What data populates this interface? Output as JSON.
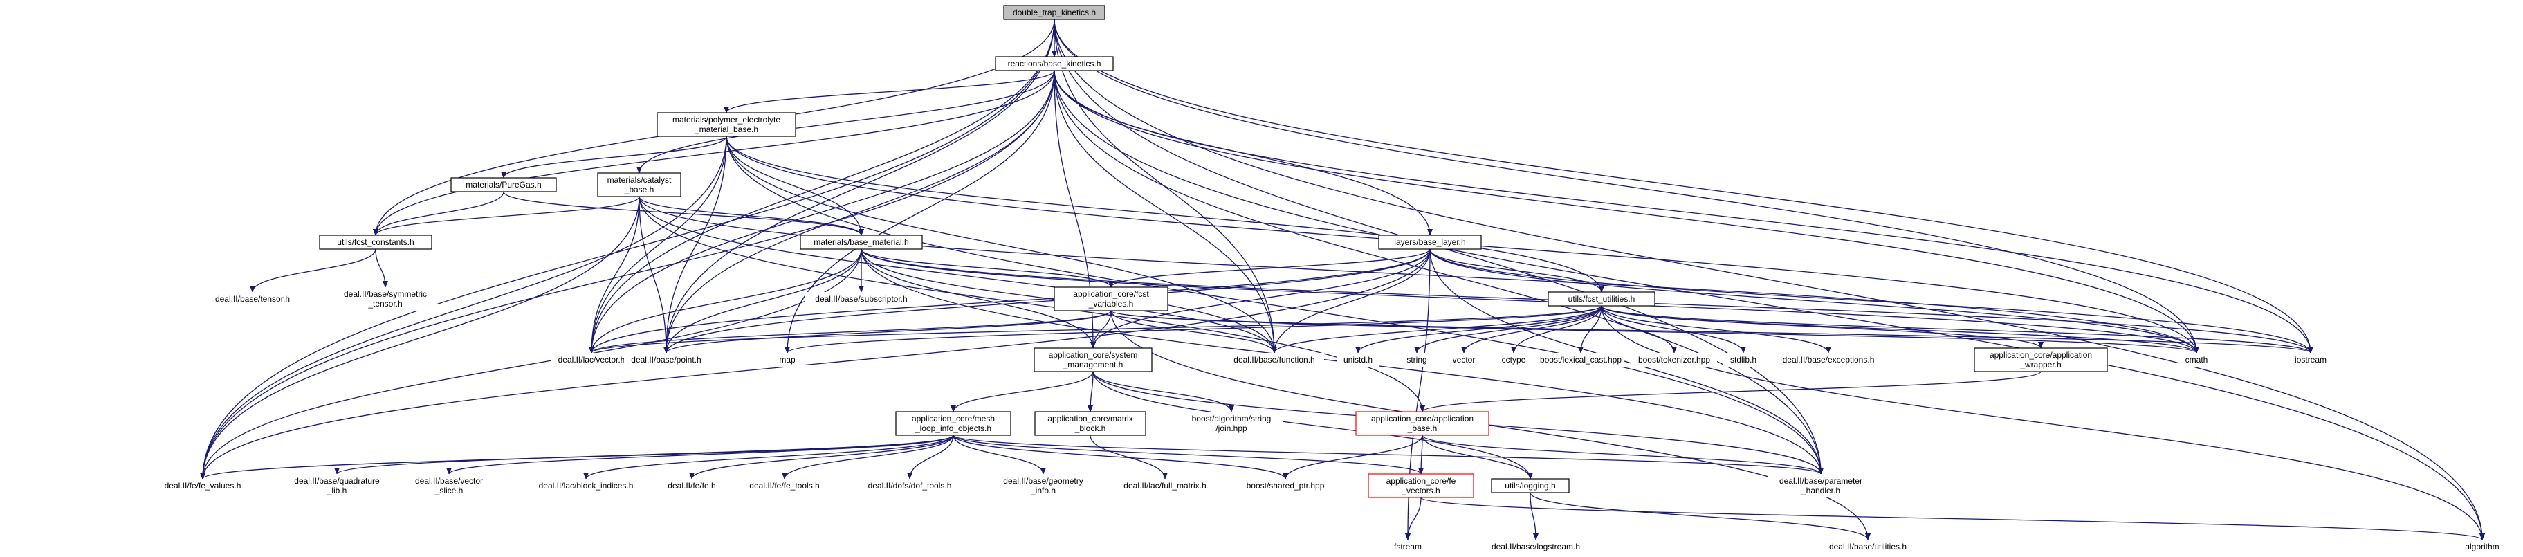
{
  "colors": {
    "edge": "#191970",
    "root_fill": "#bfbfbf",
    "box_border": "#000000",
    "red_border": "#ff0000",
    "red_text": "#ff0000",
    "text": "#000000"
  },
  "nodes": {
    "double_trap_kinetics": {
      "lines": [
        "double_trap_kinetics.h"
      ],
      "style": "root"
    },
    "base_kinetics": {
      "lines": [
        "reactions/base_kinetics.h"
      ],
      "style": "box"
    },
    "polymer_electrolyte": {
      "lines": [
        "materials/polymer_electrolyte",
        "_material_base.h"
      ],
      "style": "box"
    },
    "pure_gas": {
      "lines": [
        "materials/PureGas.h"
      ],
      "style": "box"
    },
    "catalyst_base": {
      "lines": [
        "materials/catalyst",
        "_base.h"
      ],
      "style": "box"
    },
    "fcst_constants": {
      "lines": [
        "utils/fcst_constants.h"
      ],
      "style": "box"
    },
    "base_material": {
      "lines": [
        "materials/base_material.h"
      ],
      "style": "box"
    },
    "base_layer": {
      "lines": [
        "layers/base_layer.h"
      ],
      "style": "box"
    },
    "fcst_variables": {
      "lines": [
        "application_core/fcst",
        "_variables.h"
      ],
      "style": "box"
    },
    "fcst_utilities": {
      "lines": [
        "utils/fcst_utilities.h"
      ],
      "style": "box"
    },
    "system_management": {
      "lines": [
        "application_core/system",
        "_management.h"
      ],
      "style": "box"
    },
    "application_wrapper": {
      "lines": [
        "application_core/application",
        "_wrapper.h"
      ],
      "style": "box"
    },
    "mesh_loop_info": {
      "lines": [
        "application_core/mesh",
        "_loop_info_objects.h"
      ],
      "style": "box"
    },
    "matrix_block": {
      "lines": [
        "application_core/matrix",
        "_block.h"
      ],
      "style": "box"
    },
    "application_base": {
      "lines": [
        "application_core/application",
        "_base.h"
      ],
      "style": "red"
    },
    "fe_vectors": {
      "lines": [
        "application_core/fe",
        "_vectors.h"
      ],
      "style": "red"
    },
    "logging": {
      "lines": [
        "utils/logging.h"
      ],
      "style": "box"
    },
    "tensor": {
      "lines": [
        "deal.II/base/tensor.h"
      ],
      "style": "leaf"
    },
    "symmetric_tensor": {
      "lines": [
        "deal.II/base/symmetric",
        "_tensor.h"
      ],
      "style": "leaf"
    },
    "subscriptor": {
      "lines": [
        "deal.II/base/subscriptor.h"
      ],
      "style": "leaf"
    },
    "lac_vector": {
      "lines": [
        "deal.II/lac/vector.h"
      ],
      "style": "leaf"
    },
    "point": {
      "lines": [
        "deal.II/base/point.h"
      ],
      "style": "leaf"
    },
    "map": {
      "lines": [
        "map"
      ],
      "style": "leaf"
    },
    "function": {
      "lines": [
        "deal.II/base/function.h"
      ],
      "style": "leaf"
    },
    "unistd": {
      "lines": [
        "unistd.h"
      ],
      "style": "leaf"
    },
    "string": {
      "lines": [
        "string"
      ],
      "style": "leaf"
    },
    "vector": {
      "lines": [
        "vector"
      ],
      "style": "leaf"
    },
    "cctype": {
      "lines": [
        "cctype"
      ],
      "style": "leaf"
    },
    "lexical_cast": {
      "lines": [
        "boost/lexical_cast.hpp"
      ],
      "style": "leaf"
    },
    "tokenizer": {
      "lines": [
        "boost/tokenizer.hpp"
      ],
      "style": "leaf"
    },
    "stdlib": {
      "lines": [
        "stdlib.h"
      ],
      "style": "leaf"
    },
    "exceptions": {
      "lines": [
        "deal.II/base/exceptions.h"
      ],
      "style": "leaf"
    },
    "cmath": {
      "lines": [
        "cmath"
      ],
      "style": "leaf"
    },
    "iostream": {
      "lines": [
        "iostream"
      ],
      "style": "leaf"
    },
    "string_join": {
      "lines": [
        "boost/algorithm/string",
        "/join.hpp"
      ],
      "style": "leaf"
    },
    "fe_values": {
      "lines": [
        "deal.II/fe/fe_values.h"
      ],
      "style": "leaf"
    },
    "quadrature_lib": {
      "lines": [
        "deal.II/base/quadrature",
        "_lib.h"
      ],
      "style": "leaf"
    },
    "vector_slice": {
      "lines": [
        "deal.II/base/vector",
        "_slice.h"
      ],
      "style": "leaf"
    },
    "block_indices": {
      "lines": [
        "deal.II/lac/block_indices.h"
      ],
      "style": "leaf"
    },
    "fe": {
      "lines": [
        "deal.II/fe/fe.h"
      ],
      "style": "leaf"
    },
    "fe_tools": {
      "lines": [
        "deal.II/fe/fe_tools.h"
      ],
      "style": "leaf"
    },
    "dof_tools": {
      "lines": [
        "deal.II/dofs/dof_tools.h"
      ],
      "style": "leaf"
    },
    "geometry_info": {
      "lines": [
        "deal.II/base/geometry",
        "_info.h"
      ],
      "style": "leaf"
    },
    "full_matrix": {
      "lines": [
        "deal.II/lac/full_matrix.h"
      ],
      "style": "leaf"
    },
    "shared_ptr": {
      "lines": [
        "boost/shared_ptr.hpp"
      ],
      "style": "leaf"
    },
    "parameter_handler": {
      "lines": [
        "deal.II/base/parameter",
        "_handler.h"
      ],
      "style": "leaf"
    },
    "fstream": {
      "lines": [
        "fstream"
      ],
      "style": "leaf"
    },
    "logstream": {
      "lines": [
        "deal.II/base/logstream.h"
      ],
      "style": "leaf"
    },
    "utilities": {
      "lines": [
        "deal.II/base/utilities.h"
      ],
      "style": "leaf"
    },
    "algorithm": {
      "lines": [
        "algorithm"
      ],
      "style": "leaf"
    }
  },
  "edges": [
    [
      "double_trap_kinetics",
      "base_kinetics"
    ],
    [
      "double_trap_kinetics",
      "fcst_constants"
    ],
    [
      "double_trap_kinetics",
      "lac_vector"
    ],
    [
      "double_trap_kinetics",
      "point"
    ],
    [
      "double_trap_kinetics",
      "fe_values"
    ],
    [
      "double_trap_kinetics",
      "function"
    ],
    [
      "double_trap_kinetics",
      "cmath"
    ],
    [
      "double_trap_kinetics",
      "iostream"
    ],
    [
      "double_trap_kinetics",
      "parameter_handler"
    ],
    [
      "double_trap_kinetics",
      "algorithm"
    ],
    [
      "base_kinetics",
      "polymer_electrolyte"
    ],
    [
      "base_kinetics",
      "catalyst_base"
    ],
    [
      "base_kinetics",
      "base_layer"
    ],
    [
      "base_kinetics",
      "fcst_constants"
    ],
    [
      "base_kinetics",
      "lac_vector"
    ],
    [
      "base_kinetics",
      "point"
    ],
    [
      "base_kinetics",
      "map"
    ],
    [
      "base_kinetics",
      "fe_values"
    ],
    [
      "base_kinetics",
      "function"
    ],
    [
      "base_kinetics",
      "system_management"
    ],
    [
      "base_kinetics",
      "cmath"
    ],
    [
      "base_kinetics",
      "iostream"
    ],
    [
      "base_kinetics",
      "parameter_handler"
    ],
    [
      "base_kinetics",
      "algorithm"
    ],
    [
      "polymer_electrolyte",
      "pure_gas"
    ],
    [
      "polymer_electrolyte",
      "base_material"
    ],
    [
      "polymer_electrolyte",
      "fcst_utilities"
    ],
    [
      "polymer_electrolyte",
      "lac_vector"
    ],
    [
      "polymer_electrolyte",
      "point"
    ],
    [
      "polymer_electrolyte",
      "function"
    ],
    [
      "polymer_electrolyte",
      "fe_values"
    ],
    [
      "polymer_electrolyte",
      "cmath"
    ],
    [
      "polymer_electrolyte",
      "parameter_handler"
    ],
    [
      "pure_gas",
      "fcst_constants"
    ],
    [
      "pure_gas",
      "base_material"
    ],
    [
      "catalyst_base",
      "fcst_constants"
    ],
    [
      "catalyst_base",
      "base_material"
    ],
    [
      "catalyst_base",
      "lac_vector"
    ],
    [
      "catalyst_base",
      "point"
    ],
    [
      "catalyst_base",
      "fe_values"
    ],
    [
      "catalyst_base",
      "function"
    ],
    [
      "catalyst_base",
      "application_base"
    ],
    [
      "catalyst_base",
      "cmath"
    ],
    [
      "fcst_constants",
      "tensor"
    ],
    [
      "fcst_constants",
      "symmetric_tensor"
    ],
    [
      "base_material",
      "subscriptor"
    ],
    [
      "base_material",
      "fcst_variables"
    ],
    [
      "base_material",
      "system_management"
    ],
    [
      "base_material",
      "lac_vector"
    ],
    [
      "base_material",
      "point"
    ],
    [
      "base_material",
      "function"
    ],
    [
      "base_material",
      "fe_values"
    ],
    [
      "base_material",
      "cmath"
    ],
    [
      "base_material",
      "iostream"
    ],
    [
      "base_material",
      "parameter_handler"
    ],
    [
      "base_layer",
      "fcst_variables"
    ],
    [
      "base_layer",
      "fcst_utilities"
    ],
    [
      "base_layer",
      "system_management"
    ],
    [
      "base_layer",
      "lac_vector"
    ],
    [
      "base_layer",
      "point"
    ],
    [
      "base_layer",
      "function"
    ],
    [
      "base_layer",
      "fe_values"
    ],
    [
      "base_layer",
      "cmath"
    ],
    [
      "base_layer",
      "iostream"
    ],
    [
      "base_layer",
      "parameter_handler"
    ],
    [
      "base_layer",
      "fstream"
    ],
    [
      "fcst_variables",
      "system_management"
    ],
    [
      "fcst_variables",
      "lac_vector"
    ],
    [
      "fcst_variables",
      "point"
    ],
    [
      "fcst_variables",
      "function"
    ],
    [
      "fcst_variables",
      "cmath"
    ],
    [
      "fcst_variables",
      "iostream"
    ],
    [
      "fcst_variables",
      "utilities"
    ],
    [
      "fcst_utilities",
      "map"
    ],
    [
      "fcst_utilities",
      "unistd"
    ],
    [
      "fcst_utilities",
      "string"
    ],
    [
      "fcst_utilities",
      "vector"
    ],
    [
      "fcst_utilities",
      "cctype"
    ],
    [
      "fcst_utilities",
      "lexical_cast"
    ],
    [
      "fcst_utilities",
      "tokenizer"
    ],
    [
      "fcst_utilities",
      "stdlib"
    ],
    [
      "fcst_utilities",
      "exceptions"
    ],
    [
      "fcst_utilities",
      "application_wrapper"
    ],
    [
      "fcst_utilities",
      "cmath"
    ],
    [
      "fcst_utilities",
      "iostream"
    ],
    [
      "fcst_utilities",
      "algorithm"
    ],
    [
      "fcst_utilities",
      "function"
    ],
    [
      "fcst_utilities",
      "lac_vector"
    ],
    [
      "system_management",
      "mesh_loop_info"
    ],
    [
      "system_management",
      "matrix_block"
    ],
    [
      "system_management",
      "string_join"
    ],
    [
      "system_management",
      "logging"
    ],
    [
      "system_management",
      "parameter_handler"
    ],
    [
      "application_wrapper",
      "application_base"
    ],
    [
      "application_base",
      "fe_vectors"
    ],
    [
      "application_base",
      "logging"
    ],
    [
      "application_base",
      "shared_ptr"
    ],
    [
      "application_base",
      "parameter_handler"
    ],
    [
      "mesh_loop_info",
      "fe_values"
    ],
    [
      "mesh_loop_info",
      "quadrature_lib"
    ],
    [
      "mesh_loop_info",
      "vector_slice"
    ],
    [
      "mesh_loop_info",
      "block_indices"
    ],
    [
      "mesh_loop_info",
      "fe"
    ],
    [
      "mesh_loop_info",
      "fe_tools"
    ],
    [
      "mesh_loop_info",
      "dof_tools"
    ],
    [
      "mesh_loop_info",
      "geometry_info"
    ],
    [
      "mesh_loop_info",
      "shared_ptr"
    ],
    [
      "mesh_loop_info",
      "fe_vectors"
    ],
    [
      "mesh_loop_info",
      "parameter_handler"
    ],
    [
      "matrix_block",
      "full_matrix"
    ],
    [
      "fe_vectors",
      "fstream"
    ],
    [
      "fe_vectors",
      "algorithm"
    ],
    [
      "logging",
      "logstream"
    ],
    [
      "logging",
      "utilities"
    ]
  ]
}
